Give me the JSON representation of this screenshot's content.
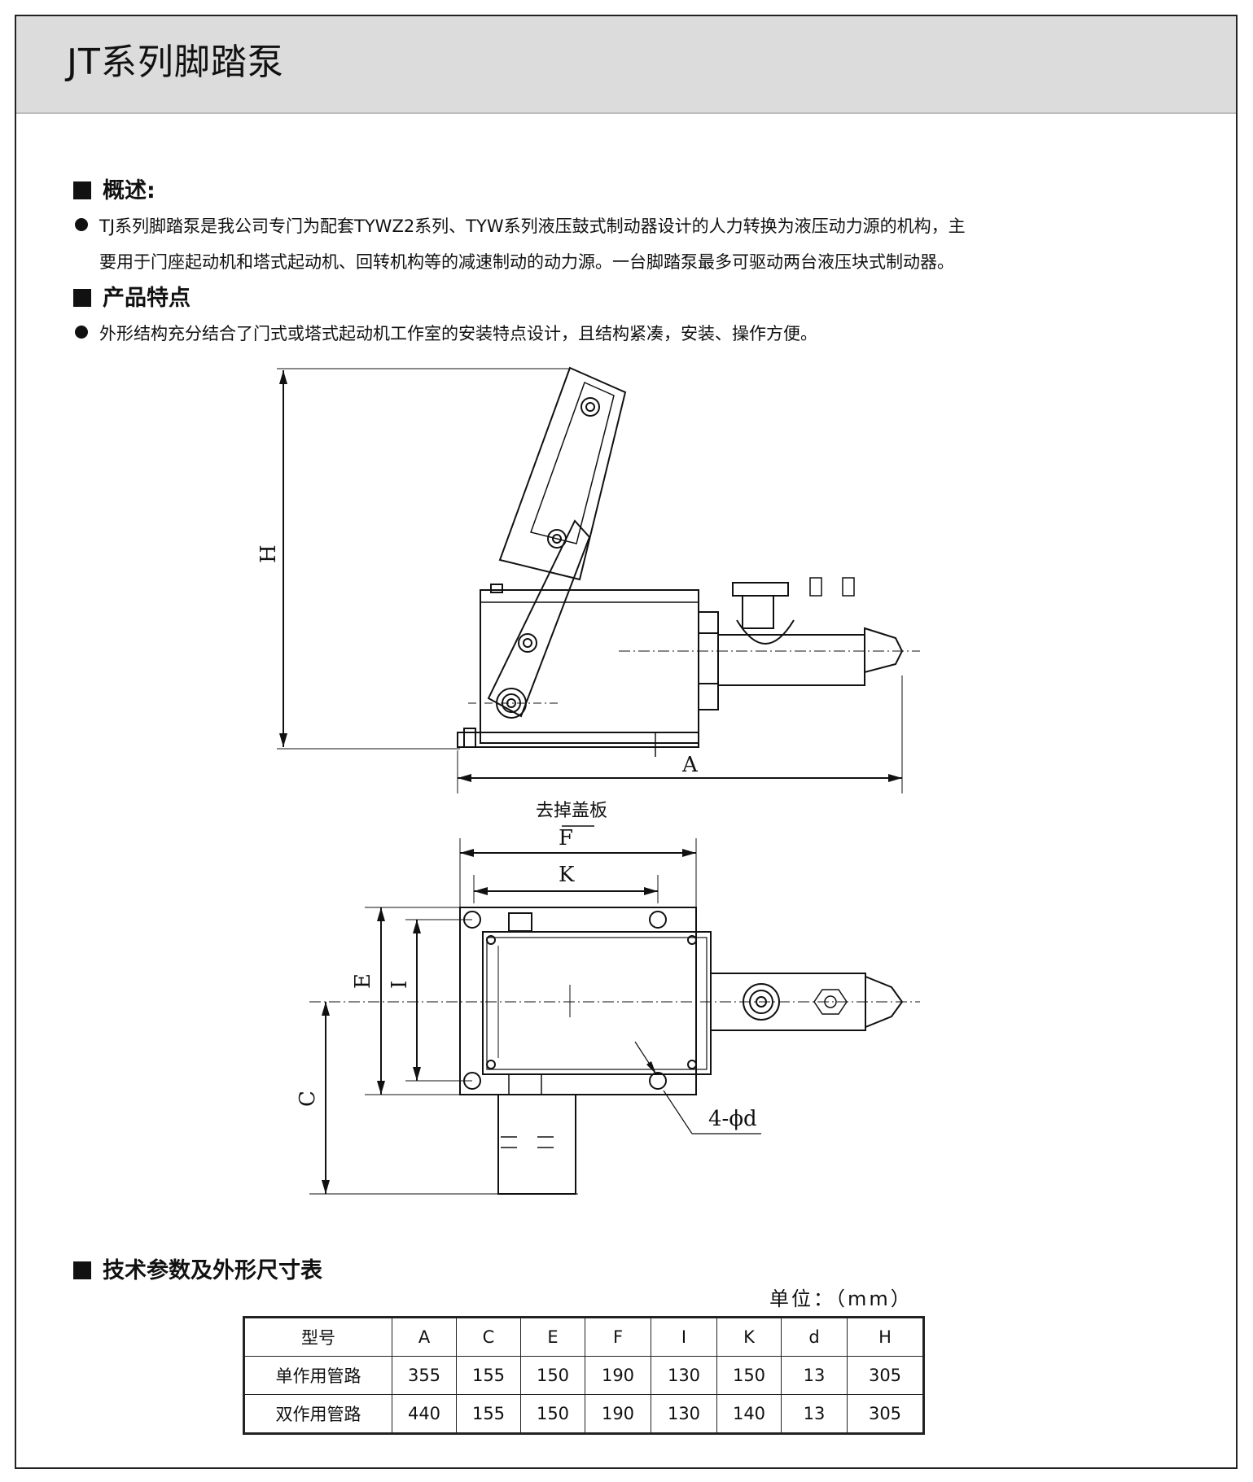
{
  "header": {
    "title": "JT系列脚踏泵"
  },
  "overview": {
    "heading": "概述:",
    "text_line1": "TJ系列脚踏泵是我公司专门为配套TYWZ2系列、TYW系列液压鼓式制动器设计的人力转换为液压动力源的机构，主",
    "text_line2": "要用于门座起动机和塔式起动机、回转机构等的减速制动的动力源。一台脚踏泵最多可驱动两台液压块式制动器。"
  },
  "features": {
    "heading": "产品特点",
    "text": "外形结构充分结合了门式或塔式起动机工作室的安装特点设计，且结构紧凑，安装、操作方便。"
  },
  "drawing": {
    "dim_H": "H",
    "dim_A": "A",
    "note_cover": "去掉盖板",
    "dim_F": "F",
    "dim_K": "K",
    "dim_E": "E",
    "dim_I": "I",
    "dim_C": "C",
    "hole_note": "4-ϕd"
  },
  "specs": {
    "heading": "技术参数及外形尺寸表",
    "unit": "单位：（mm）",
    "columns": [
      "型号",
      "A",
      "C",
      "E",
      "F",
      "I",
      "K",
      "d",
      "H"
    ],
    "rows": [
      [
        "单作用管路",
        "355",
        "155",
        "150",
        "190",
        "130",
        "150",
        "13",
        "305"
      ],
      [
        "双作用管路",
        "440",
        "155",
        "150",
        "190",
        "130",
        "140",
        "13",
        "305"
      ]
    ]
  }
}
